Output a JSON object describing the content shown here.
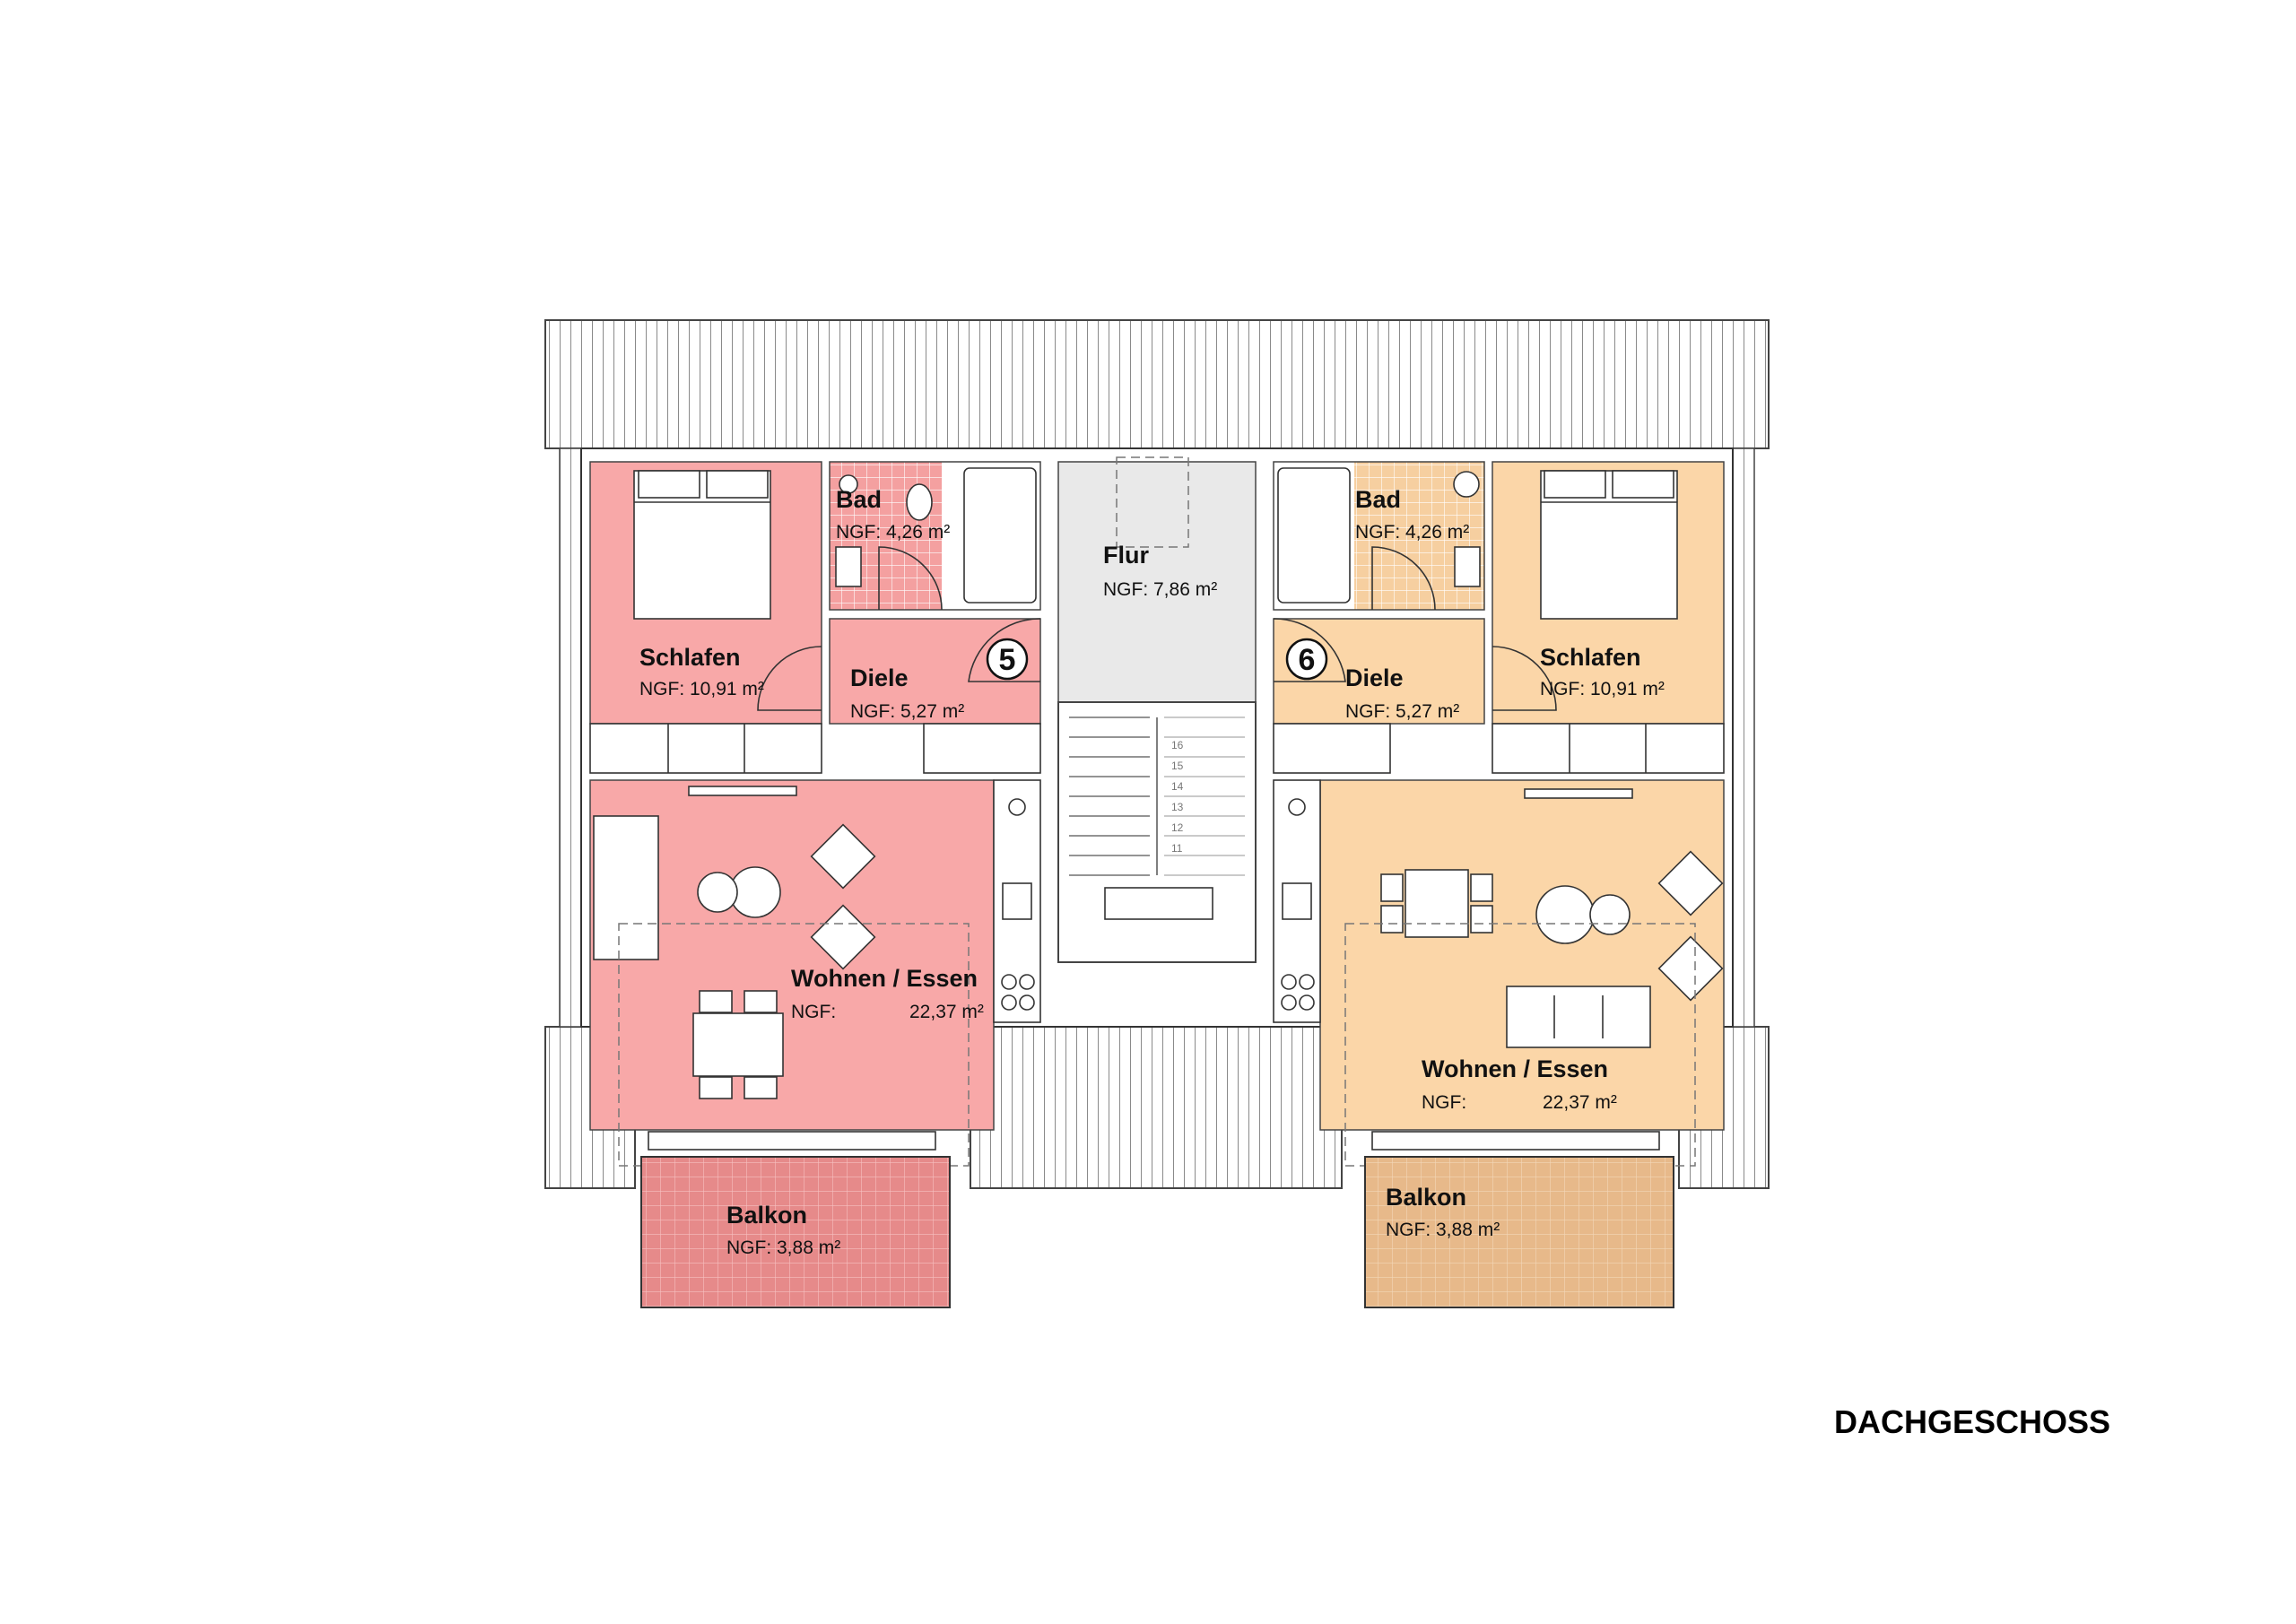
{
  "title": "DACHGESCHOSS",
  "colors": {
    "unit5": "#F8A8A8",
    "unit6": "#FBD6A8",
    "corridor": "#E9E9E9",
    "balcony5": "#E68A8A",
    "balcony6": "#E7B98A",
    "roof_line": "#888888"
  },
  "unit5": {
    "number": "5",
    "schlafen": {
      "name": "Schlafen",
      "area": "NGF: 10,91 m²"
    },
    "bad": {
      "name": "Bad",
      "area": "NGF: 4,26 m²"
    },
    "diele": {
      "name": "Diele",
      "area": "NGF: 5,27 m²"
    },
    "wohnen": {
      "name": "Wohnen / Essen",
      "area_label": "NGF:",
      "area_value": "22,37 m²"
    },
    "balkon": {
      "name": "Balkon",
      "area": "NGF: 3,88 m²"
    }
  },
  "flur": {
    "name": "Flur",
    "area": "NGF: 7,86 m²"
  },
  "stair_numbers": [
    "16",
    "15",
    "14",
    "13",
    "12",
    "11"
  ],
  "unit6": {
    "number": "6",
    "schlafen": {
      "name": "Schlafen",
      "area": "NGF: 10,91 m²"
    },
    "bad": {
      "name": "Bad",
      "area": "NGF: 4,26 m²"
    },
    "diele": {
      "name": "Diele",
      "area": "NGF: 5,27 m²"
    },
    "wohnen": {
      "name": "Wohnen / Essen",
      "area_label": "NGF:",
      "area_value": "22,37 m²"
    },
    "balkon": {
      "name": "Balkon",
      "area": "NGF: 3,88 m²"
    }
  }
}
